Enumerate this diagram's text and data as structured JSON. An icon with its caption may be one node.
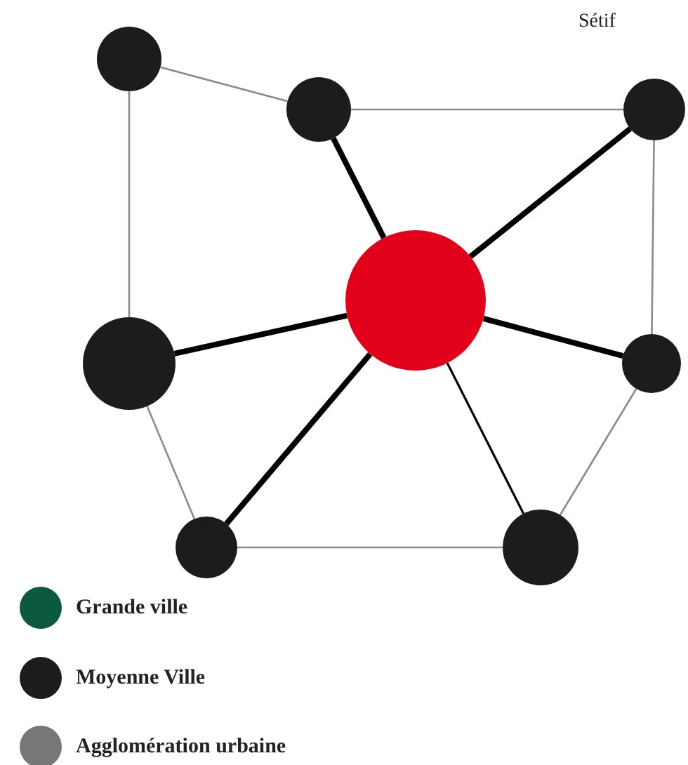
{
  "diagram": {
    "nodes": [
      {
        "text": [],
        "shape": "circle"
      },
      {
        "text": [],
        "shape": "circle"
      },
      {
        "text": [],
        "shape": "circle"
      },
      {
        "text": [],
        "shape": "circle"
      },
      {
        "text": [],
        "shape": "circle"
      },
      {
        "text": [],
        "shape": "circle"
      },
      {
        "text": [],
        "shape": "circle"
      },
      {
        "text": [],
        "shape": "circle"
      }
    ],
    "edges": [
      {
        "from": 0,
        "to": 1,
        "arrow": "none"
      },
      {
        "from": 1,
        "to": 2,
        "arrow": "none"
      },
      {
        "from": 0,
        "to": 4,
        "arrow": "none"
      },
      {
        "from": 2,
        "to": 5,
        "arrow": "none"
      },
      {
        "from": 4,
        "to": 6,
        "arrow": "none"
      },
      {
        "from": 6,
        "to": 7,
        "arrow": "none"
      },
      {
        "from": 7,
        "to": 5,
        "arrow": "none"
      },
      {
        "from": 1,
        "to": 3,
        "arrow": "none",
        "style": "thick",
        "color": "#000000"
      },
      {
        "from": 2,
        "to": 3,
        "arrow": "none",
        "style": "thick",
        "color": "#000000"
      },
      {
        "from": 4,
        "to": 3,
        "arrow": "none",
        "style": "thick",
        "color": "#000000"
      },
      {
        "from": 5,
        "to": 3,
        "arrow": "none",
        "style": "thick",
        "color": "#000000"
      },
      {
        "from": 6,
        "to": 3,
        "arrow": "none",
        "style": "thick",
        "color": "#000000"
      },
      {
        "from": 3,
        "to": 7,
        "arrow": "none",
        "color": "#000000"
      }
    ],
    "labels": [
      "Sétif"
    ],
    "legend": [
      {
        "text": "Grande ville",
        "color": "#0b5a3f"
      },
      {
        "text": "Moyenne Ville",
        "color": "#1c1c1c"
      },
      {
        "text": "Agglomération urbaine",
        "color": "#777777"
      }
    ]
  }
}
